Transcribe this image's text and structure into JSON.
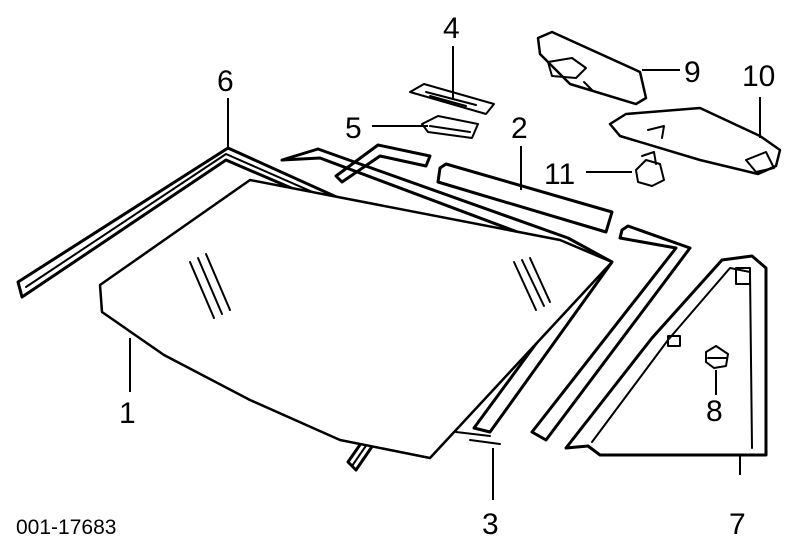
{
  "diagram": {
    "reference_number": "001-17683",
    "callouts": {
      "c1": "1",
      "c2": "2",
      "c3": "3",
      "c4": "4",
      "c5": "5",
      "c6": "6",
      "c7": "7",
      "c8": "8",
      "c9": "9",
      "c10": "10",
      "c11": "11"
    }
  }
}
